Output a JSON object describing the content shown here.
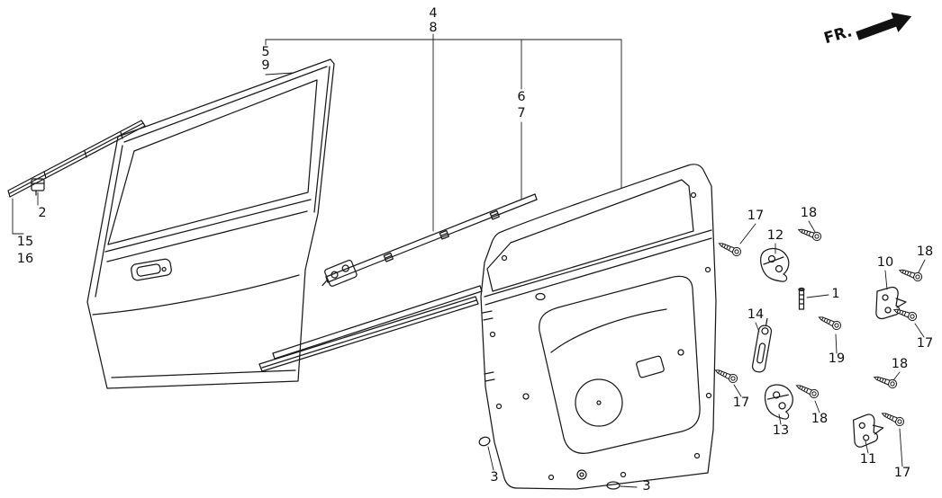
{
  "diagram": {
    "direction_label": "FR.",
    "colors": {
      "line": "#1a1a1a",
      "background": "#ffffff"
    },
    "callouts": [
      "4",
      "8",
      "5",
      "9",
      "6",
      "7",
      "2",
      "15",
      "16",
      "17",
      "18",
      "12",
      "10",
      "18",
      "1",
      "14",
      "19",
      "17",
      "17",
      "13",
      "18",
      "18",
      "11",
      "17",
      "3",
      "3"
    ]
  }
}
